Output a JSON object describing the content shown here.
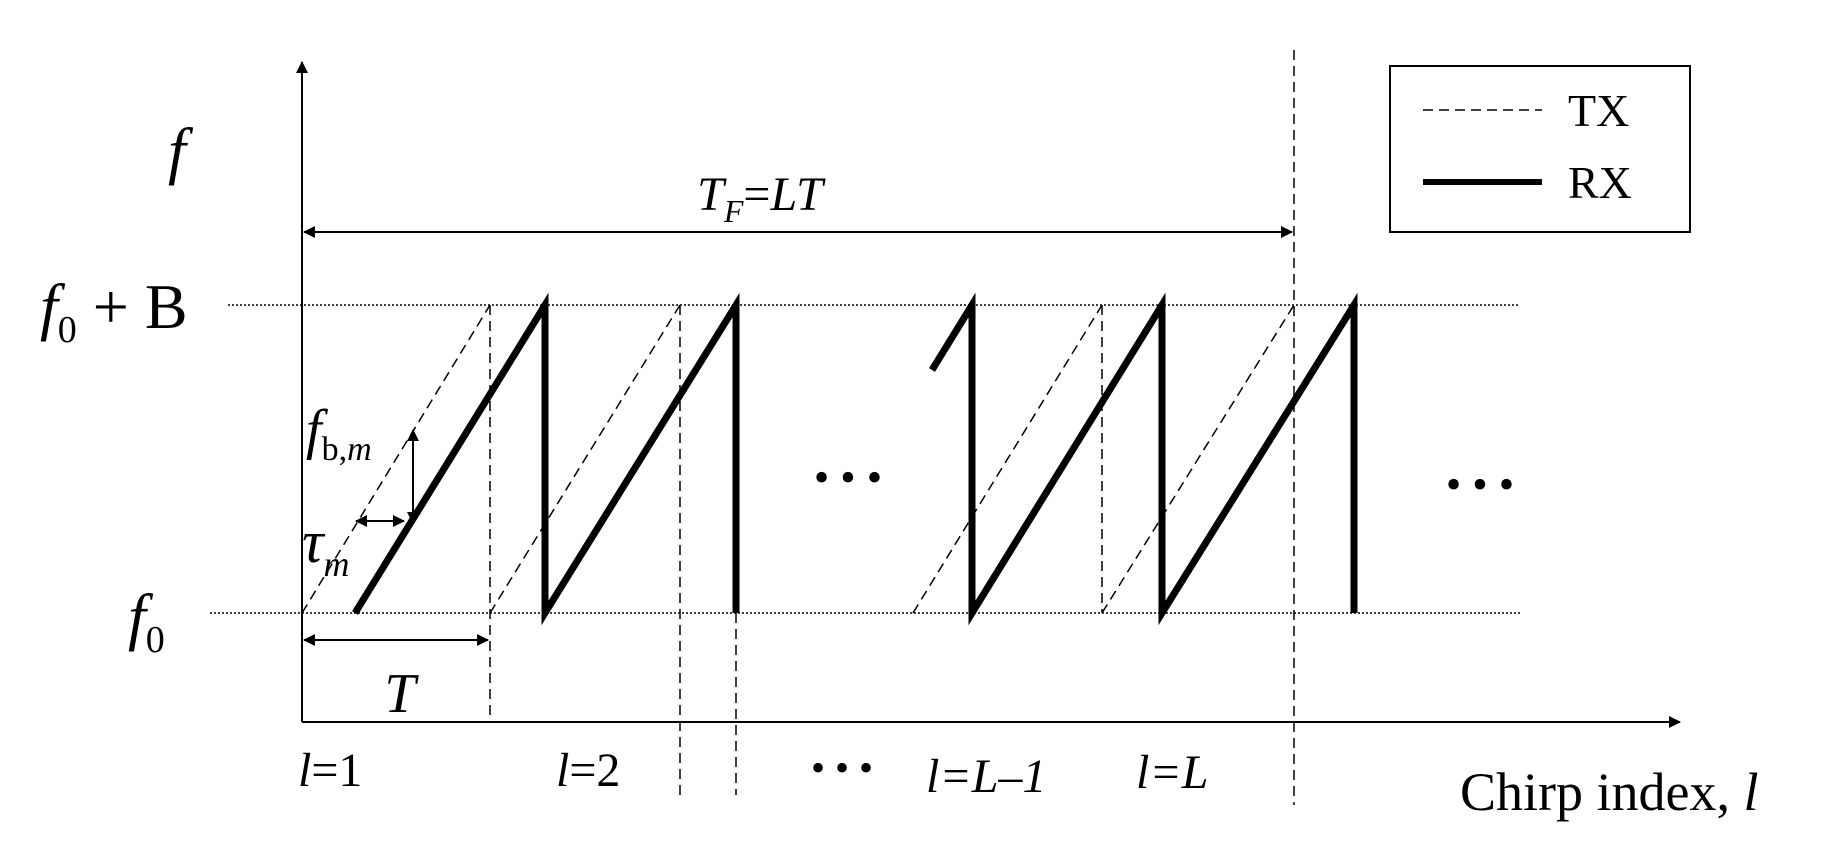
{
  "axes": {
    "y_symbol": "f",
    "x_label_text": "Chirp index, ",
    "x_label_var": "l"
  },
  "levels": {
    "top": {
      "sym": "f",
      "sub": "0",
      "rest": " + B"
    },
    "bottom": {
      "sym": "f",
      "sub": "0"
    }
  },
  "annotations": {
    "frame_duration": {
      "T": "T",
      "sub": "F",
      "eq": "=",
      "rhs": "LT"
    },
    "period": "T",
    "beat_freq": {
      "sym": "f",
      "sub": "b,",
      "sub_it": "m"
    },
    "delay": {
      "sym": "τ",
      "sub": "m"
    },
    "ellipsis": "• • •"
  },
  "chirp_labels": [
    {
      "var": "l",
      "eq": "=1"
    },
    {
      "var": "l",
      "eq": "=2"
    },
    {
      "var": "l",
      "eq": "=L–1"
    },
    {
      "var": "l",
      "eq": "=L"
    }
  ],
  "legend": {
    "tx": "TX",
    "rx": "RX"
  }
}
